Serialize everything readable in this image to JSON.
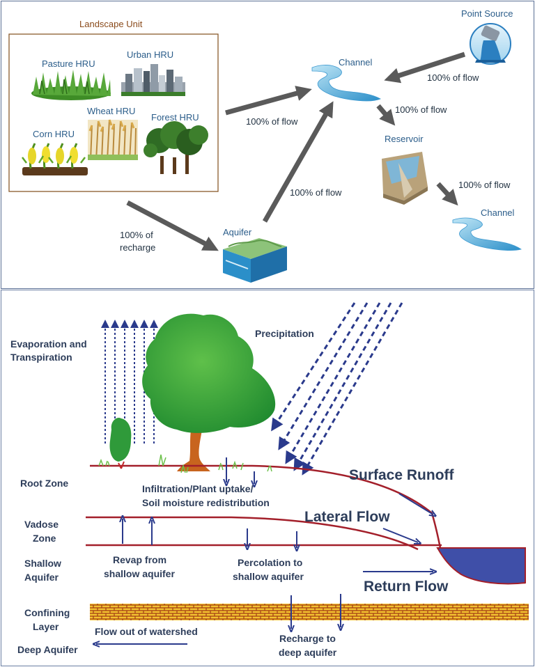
{
  "top": {
    "landscape_unit": "Landscape Unit",
    "hrus": {
      "pasture": "Pasture HRU",
      "urban": "Urban HRU",
      "wheat": "Wheat HRU",
      "corn": "Corn HRU",
      "forest": "Forest HRU"
    },
    "point_source": "Point Source",
    "channel": "Channel",
    "reservoir": "Reservoir",
    "channel_2": "Channel",
    "aquifer": "Aquifer",
    "flow_landscape_channel": "100% of flow",
    "flow_point_channel": "100% of flow",
    "flow_channel_reservoir": "100% of flow",
    "flow_aquifer_channel": "100% of flow",
    "flow_reservoir_channel": "100% of flow",
    "recharge_line1": "100% of",
    "recharge_line2": "recharge"
  },
  "bottom": {
    "et_line1": "Evaporation and",
    "et_line2": "Transpiration",
    "precipitation": "Precipitation",
    "surface_runoff": "Surface Runoff",
    "root_zone": "Root Zone",
    "infiltration_line1": "Infiltration/Plant uptake/",
    "infiltration_line2": "Soil moisture redistribution",
    "lateral_flow": "Lateral Flow",
    "vadose_line1": "Vadose",
    "vadose_line2": "Zone",
    "shallow_line1": "Shallow",
    "shallow_line2": "Aquifer",
    "revap_line1": "Revap from",
    "revap_line2": "shallow aquifer",
    "percolation_line1": "Percolation to",
    "percolation_line2": "shallow aquifer",
    "return_flow": "Return Flow",
    "confining_line1": "Confining",
    "confining_line2": "Layer",
    "flow_out": "Flow out of watershed",
    "recharge_line1": "Recharge to",
    "recharge_line2": "deep aquifer",
    "deep_aquifer": "Deep Aquifer"
  },
  "colors": {
    "arrow_gray": "#5a5a5a",
    "arrow_navy": "#2a3a8c",
    "ground_red": "#a31f2a",
    "water_blue": "#3f4fa8",
    "tree_green": "#2f9a3a",
    "trunk_brown": "#c8641e",
    "brick": "#f2c230"
  }
}
